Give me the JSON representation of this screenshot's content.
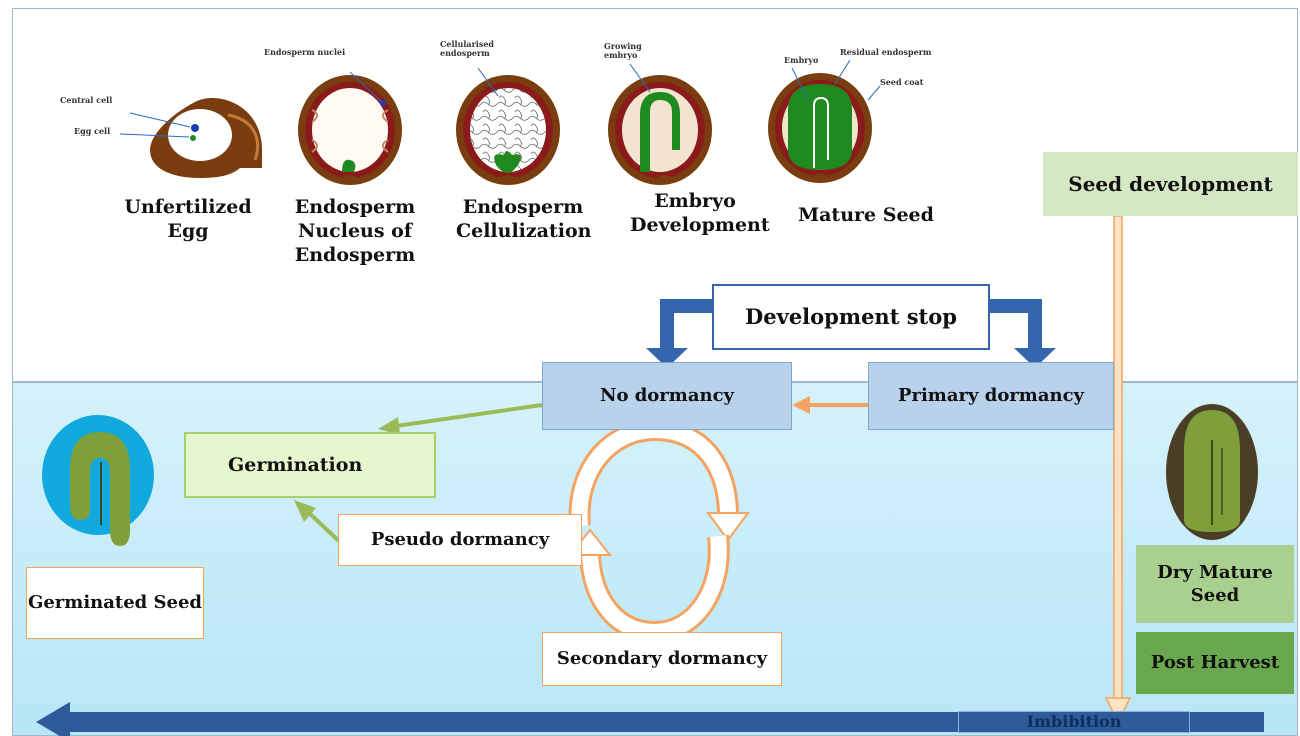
{
  "stages": {
    "unfertilized": "Unfertilized Egg",
    "endosperm_nucleus": "Endosperm Nucleus of Endosperm",
    "cellulization": "Endosperm Cellulization",
    "embryo_dev": "Embryo Development",
    "mature": "Mature Seed"
  },
  "callouts": {
    "central_cell": "Central cell",
    "egg_cell": "Egg cell",
    "endosperm_nuclei": "Endosperm nuclei",
    "cellularised": "Cellularised endosperm",
    "growing_embryo": "Growing embryo",
    "embryo": "Embryo",
    "residual_endosperm": "Residual endosperm",
    "seed_coat": "Seed coat"
  },
  "boxes": {
    "seed_development": "Seed development",
    "development_stop": "Development stop",
    "no_dormancy": "No dormancy",
    "primary_dormancy": "Primary dormancy",
    "germination": "Germination",
    "pseudo_dormancy": "Pseudo dormancy",
    "secondary_dormancy": "Secondary dormancy",
    "germinated_seed": "Germinated Seed",
    "dry_mature_seed": "Dry Mature Seed",
    "post_harvest": "Post Harvest",
    "imbibition": "Imbibition"
  },
  "colors": {
    "seed_coat_brown": "#6b3a14",
    "seed_coat_red": "#8b1a1a",
    "embryo_green": "#1f8a1f",
    "box_blue": "#b8d2ec",
    "box_green_light": "#e6f6cf",
    "arrow_blue": "#2e5b9a",
    "arrow_green": "#9bbb59",
    "arrow_orange": "#f4a460",
    "post_harvest_green": "#6aa84f"
  }
}
